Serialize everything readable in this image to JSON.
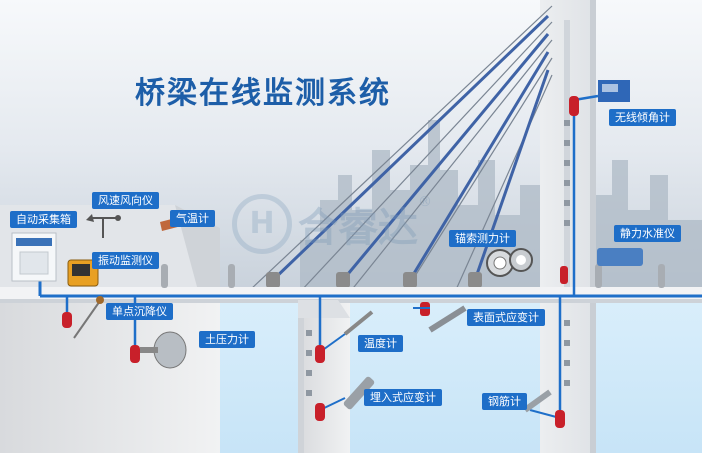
{
  "title": "桥梁在线监测系统",
  "watermark": {
    "logo_letter": "H",
    "brand": "合睿达",
    "registered": "®"
  },
  "labels": {
    "auto_collection_box": "自动采集箱",
    "anemometer": "风速风向仪",
    "air_temperature": "气温计",
    "vibration_monitor": "振动监测仪",
    "settlement_gauge": "单点沉降仪",
    "earth_pressure_gauge": "土压力计",
    "thermometer": "温度计",
    "embedded_strain_gauge": "埋入式应变计",
    "anchor_cable_meter": "锚索测力计",
    "surface_strain_gauge": "表面式应变计",
    "rebar_meter": "钢筋计",
    "wireless_inclinometer": "无线倾角计",
    "static_level": "静力水准仪"
  },
  "colors": {
    "title": "#1d5ea8",
    "tag": "#1e6ec8",
    "cable_line": "#1f6fc9",
    "sensor_red": "#c8202a"
  }
}
